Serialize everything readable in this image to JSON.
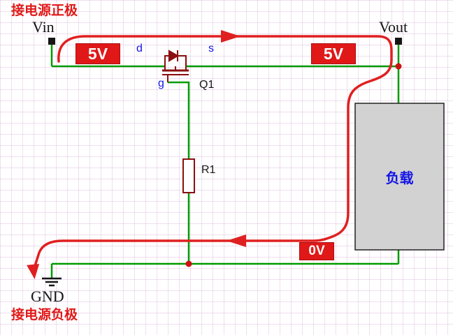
{
  "diagram": {
    "title_top": "接电源正极",
    "title_bottom": "接电源负极",
    "terminals": {
      "vin": "Vin",
      "vout": "Vout",
      "gnd": "GND"
    },
    "mosfet": {
      "ref": "Q1",
      "drain": "d",
      "source": "s",
      "gate": "g"
    },
    "resistor": {
      "ref": "R1"
    },
    "load": {
      "label": "负载"
    },
    "voltages": {
      "vin": "5V",
      "vout": "5V",
      "gnd_rail": "0V"
    },
    "colors": {
      "wire_green": "#009b00",
      "current_red": "#e02020",
      "badge_red": "#e01818",
      "symbol_maroon": "#8a0f0f",
      "pin_blue": "#1414e6",
      "load_gray": "#d2d2d2",
      "junction_dot": "#cc1111"
    }
  }
}
